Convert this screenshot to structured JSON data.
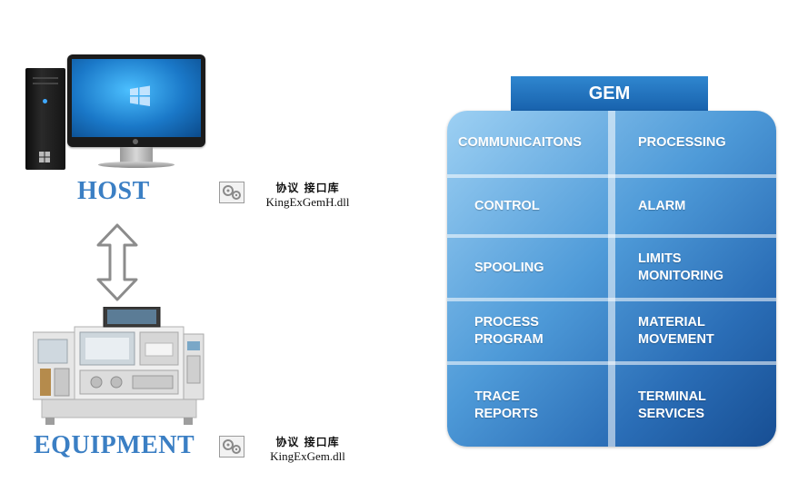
{
  "host": {
    "label": "HOST",
    "library": {
      "line1": "协议 接口库",
      "line2": "KingExGemH.dll"
    }
  },
  "equipment": {
    "label": "EQUIPMENT",
    "library": {
      "line1": "协议 接口库",
      "line2": "KingExGem.dll"
    }
  },
  "link_arrow": {
    "type": "bidirectional-vertical",
    "color": "#8c8c8c"
  },
  "gem": {
    "title": "GEM",
    "left_column": [
      {
        "line1": "COMMUNICAITONS",
        "line2": ""
      },
      {
        "line1": "CONTROL",
        "line2": ""
      },
      {
        "line1": "SPOOLING",
        "line2": ""
      },
      {
        "line1": "PROCESS",
        "line2": "PROGRAM"
      },
      {
        "line1": "TRACE",
        "line2": "REPORTS"
      }
    ],
    "right_column": [
      {
        "line1": "PROCESSING",
        "line2": ""
      },
      {
        "line1": "ALARM",
        "line2": ""
      },
      {
        "line1": "LIMITS",
        "line2": "MONITORING"
      },
      {
        "line1": "MATERIAL",
        "line2": "MOVEMENT"
      },
      {
        "line1": "TERMINAL",
        "line2": "SERVICES"
      }
    ]
  },
  "colors": {
    "label_blue": "#3b7fc4",
    "gem_header": "#1862ad",
    "gem_panel_light": "#9dd0f3",
    "gem_panel_dark": "#174e93"
  }
}
